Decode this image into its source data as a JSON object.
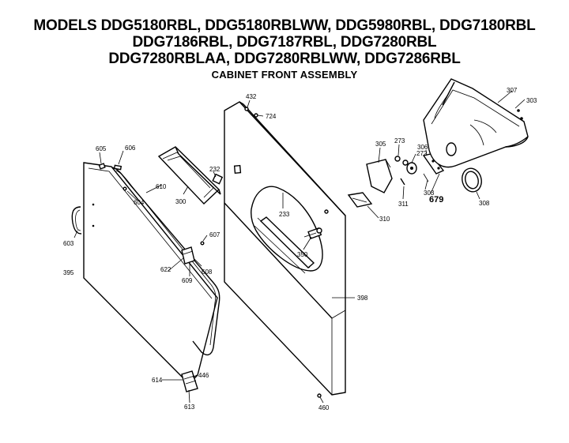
{
  "header": {
    "line1": "MODELS DDG5180RBL, DDG5180RBLWW, DDG5980RBL, DDG7180RBL",
    "line2": "DDG7186RBL, DDG7187RBL, DDG7280RBL",
    "line3": "DDG7280RBLAA, DDG7280RBLWW, DDG7286RBL",
    "subtitle": "CABINET FRONT ASSEMBLY"
  },
  "parts": {
    "p605": "605",
    "p606": "606",
    "p610": "610",
    "p604": "604",
    "p603": "603",
    "p395": "395",
    "p622": "622",
    "p609": "609",
    "p608": "608",
    "p607": "607",
    "p614": "614",
    "p446": "446",
    "p613": "613",
    "p300": "300",
    "p232": "232",
    "p432": "432",
    "p724": "724",
    "p233": "233",
    "p350": "350",
    "p398": "398",
    "p460": "460",
    "p305": "305",
    "p273": "273",
    "p272": "272",
    "p311": "311",
    "p310": "310",
    "p306": "306",
    "p303": "303",
    "p679": "679",
    "p308": "308",
    "p307": "307",
    "p303b": "303"
  }
}
